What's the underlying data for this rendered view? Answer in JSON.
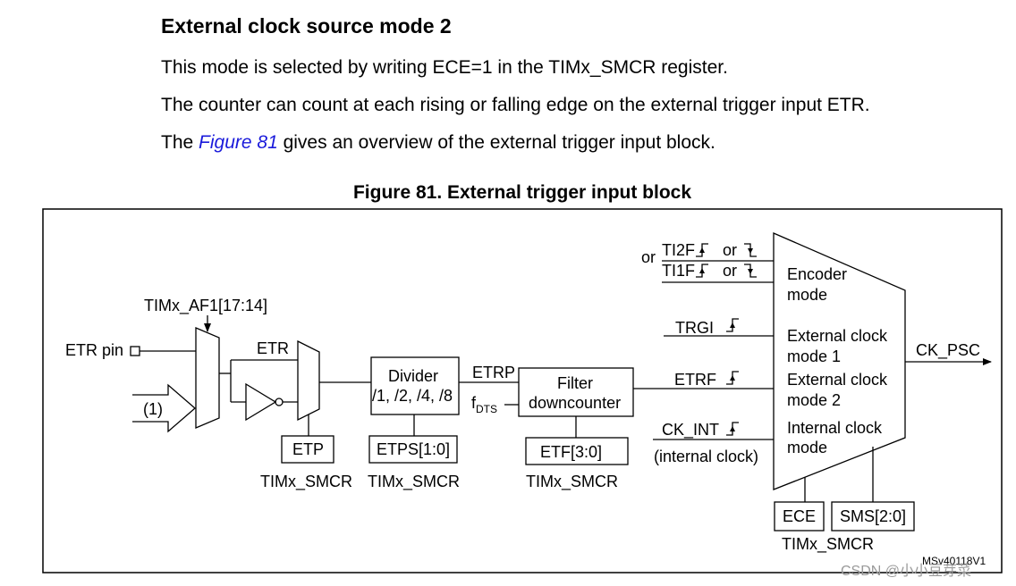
{
  "heading": "External clock source mode 2",
  "paragraphs": {
    "p1": "This mode is selected by writing ECE=1 in the TIMx_SMCR register.",
    "p2": "The counter can count at each rising or falling edge on the external trigger input ETR.",
    "p3_before": "The ",
    "p3_link": "Figure 81",
    "p3_after": " gives an overview of the external trigger input block."
  },
  "figure": {
    "caption": "Figure 81. External trigger input block",
    "labels": {
      "etr_pin": "ETR pin",
      "af1": "TIMx_AF1[17:14]",
      "input1": "(1)",
      "etr": "ETR",
      "etp": "ETP",
      "smcr1": "TIMx_SMCR",
      "divider_title": "Divider",
      "divider_ratios": "/1, /2, /4, /8",
      "etps": "ETPS[1:0]",
      "smcr2": "TIMx_SMCR",
      "etrp": "ETRP",
      "fdts_f": "f",
      "fdts_sub": "DTS",
      "filter_line1": "Filter",
      "filter_line2": "downcounter",
      "etf": "ETF[3:0]",
      "smcr3": "TIMx_SMCR",
      "or_left": "or",
      "ti2f": "TI2F",
      "ti1f": "TI1F",
      "or1": "or",
      "or2": "or",
      "trgi": "TRGI",
      "etrf": "ETRF",
      "ck_int": "CK_INT",
      "internal_clock": "(internal clock)",
      "encoder_mode_1": "Encoder",
      "encoder_mode_2": "mode",
      "ext1_line1": "External clock",
      "ext1_line2": "mode 1",
      "ext2_line1": "External clock",
      "ext2_line2": "mode 2",
      "int_line1": "Internal clock",
      "int_line2": "mode",
      "ck_psc": "CK_PSC",
      "ece": "ECE",
      "sms": "SMS[2:0]",
      "smcr4": "TIMx_SMCR",
      "doc_id": "MSv40118V1"
    }
  },
  "watermark": "CSDN @小小豆芽菜"
}
